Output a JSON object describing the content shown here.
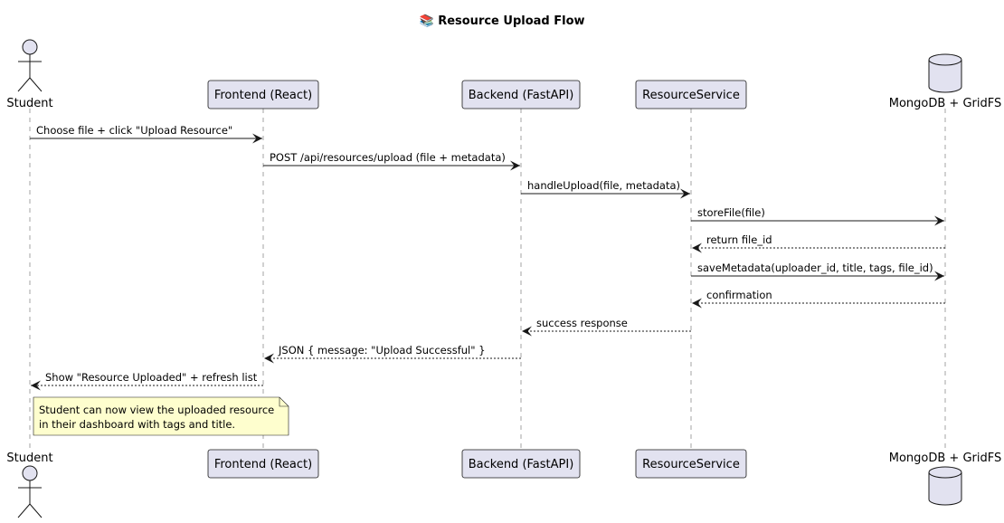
{
  "title": {
    "icon": "📚",
    "text": "Resource Upload Flow"
  },
  "participants": [
    {
      "key": "student",
      "label": "Student",
      "kind": "actor"
    },
    {
      "key": "frontend",
      "label": "Frontend (React)",
      "kind": "participant"
    },
    {
      "key": "backend",
      "label": "Backend (FastAPI)",
      "kind": "participant"
    },
    {
      "key": "service",
      "label": "ResourceService",
      "kind": "participant"
    },
    {
      "key": "db",
      "label": "MongoDB + GridFS",
      "kind": "database"
    }
  ],
  "messages": [
    {
      "from": "student",
      "to": "frontend",
      "text": "Choose file + click \"Upload Resource\"",
      "style": "solid"
    },
    {
      "from": "frontend",
      "to": "backend",
      "text": "POST /api/resources/upload (file + metadata)",
      "style": "solid"
    },
    {
      "from": "backend",
      "to": "service",
      "text": "handleUpload(file, metadata)",
      "style": "solid"
    },
    {
      "from": "service",
      "to": "db",
      "text": "storeFile(file)",
      "style": "solid"
    },
    {
      "from": "db",
      "to": "service",
      "text": "return file_id",
      "style": "dashed"
    },
    {
      "from": "service",
      "to": "db",
      "text": "saveMetadata(uploader_id, title, tags, file_id)",
      "style": "solid"
    },
    {
      "from": "db",
      "to": "service",
      "text": "confirmation",
      "style": "dashed"
    },
    {
      "from": "service",
      "to": "backend",
      "text": "success response",
      "style": "dashed"
    },
    {
      "from": "backend",
      "to": "frontend",
      "text": "JSON { message: \"Upload Successful\" }",
      "style": "dashed"
    },
    {
      "from": "frontend",
      "to": "student",
      "text": "Show \"Resource Uploaded\" + refresh list",
      "style": "dashed"
    }
  ],
  "note": {
    "lines": [
      "Student can now view the uploaded resource",
      "in their dashboard with tags and title."
    ]
  }
}
